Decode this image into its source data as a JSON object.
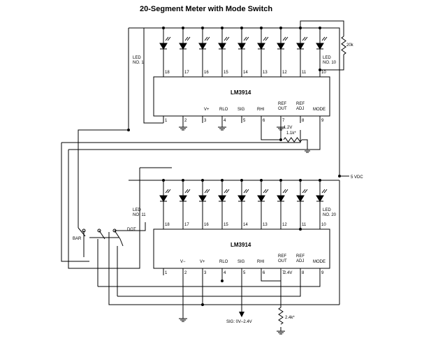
{
  "title": "20-Segment Meter with Mode Switch",
  "chip_name": "LM3914",
  "upper": {
    "top_pins": [
      "18",
      "17",
      "16",
      "15",
      "14",
      "13",
      "12",
      "11",
      "10"
    ],
    "bottom_pins": [
      "1",
      "2",
      "3",
      "4",
      "5",
      "6",
      "7",
      "8",
      "9"
    ],
    "bottom_labels": [
      "V+",
      "RLO",
      "SIG",
      "RHI",
      "REF\nOUT",
      "REF\nADJ",
      "MODE"
    ],
    "led_first": "LED\nNO. 1",
    "led_last": "LED\nNO. 10",
    "ref_voltage": "1.2V",
    "ref_resistor": "1.1k*"
  },
  "lower": {
    "top_pins": [
      "18",
      "17",
      "16",
      "15",
      "14",
      "13",
      "12",
      "11",
      "10"
    ],
    "bottom_pins": [
      "1",
      "2",
      "3",
      "4",
      "5",
      "6",
      "7",
      "8",
      "9"
    ],
    "bottom_labels": [
      "V−",
      "V+",
      "RLO",
      "SIG",
      "RHI",
      "REF\nOUT",
      "REF\nADJ",
      "MODE"
    ],
    "led_first": "LED\nNO. 11",
    "led_last": "LED\nNO. 20",
    "ref_voltage": "2.4V",
    "ref_resistor": "2.4k*"
  },
  "resistor_top": "20k",
  "supply": "5 VDC",
  "switch_bar": "BAR",
  "switch_dot": "DOT",
  "sig_range": "SIG: 0V–2.4V"
}
